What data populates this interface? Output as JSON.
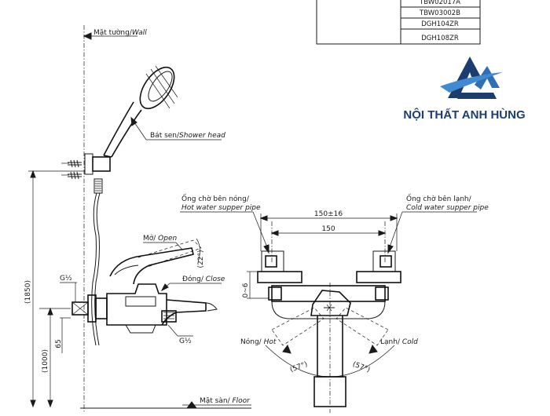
{
  "parts_table": {
    "rows": [
      "TBW02017A",
      "TBW03002B",
      "DGH104ZR",
      "DGH108ZR"
    ]
  },
  "brand": {
    "name": "NỘI THẤT ANH HÙNG",
    "color_dark": "#1c3e6e",
    "color_light": "#2f6fb3"
  },
  "side_view": {
    "wall_label": "Mặt tường/",
    "wall_label_en": "Wall",
    "shower_head_label": "Bát sen/",
    "shower_head_label_en": "Shower head",
    "open_label": "Mở/ ",
    "open_label_en": "Open",
    "close_label": "Đóng/ ",
    "close_label_en": "Close",
    "angle_22": "(22°)",
    "thread_top": "G½",
    "thread_bottom": "G½",
    "dim_1850": "(1850)",
    "dim_1000": "(1000)",
    "dim_65": "65",
    "floor_label": "Mặt sàn/ ",
    "floor_label_en": "Floor"
  },
  "front_view": {
    "hot_pipe_label": "Ống chờ bên nóng/",
    "hot_pipe_label_en": "Hot water supper pipe",
    "cold_pipe_label": "Ống chờ bên lạnh/",
    "cold_pipe_label_en": "Cold water supper pipe",
    "dim_150_16": "150±16",
    "dim_150": "150",
    "dim_0_6": "0~6",
    "hot_label": "Nóng/ ",
    "hot_label_en": "Hot",
    "cold_label": "Lạnh/ ",
    "cold_label_en": "Cold",
    "angle_left": "(57°)",
    "angle_right": "(57°)"
  }
}
